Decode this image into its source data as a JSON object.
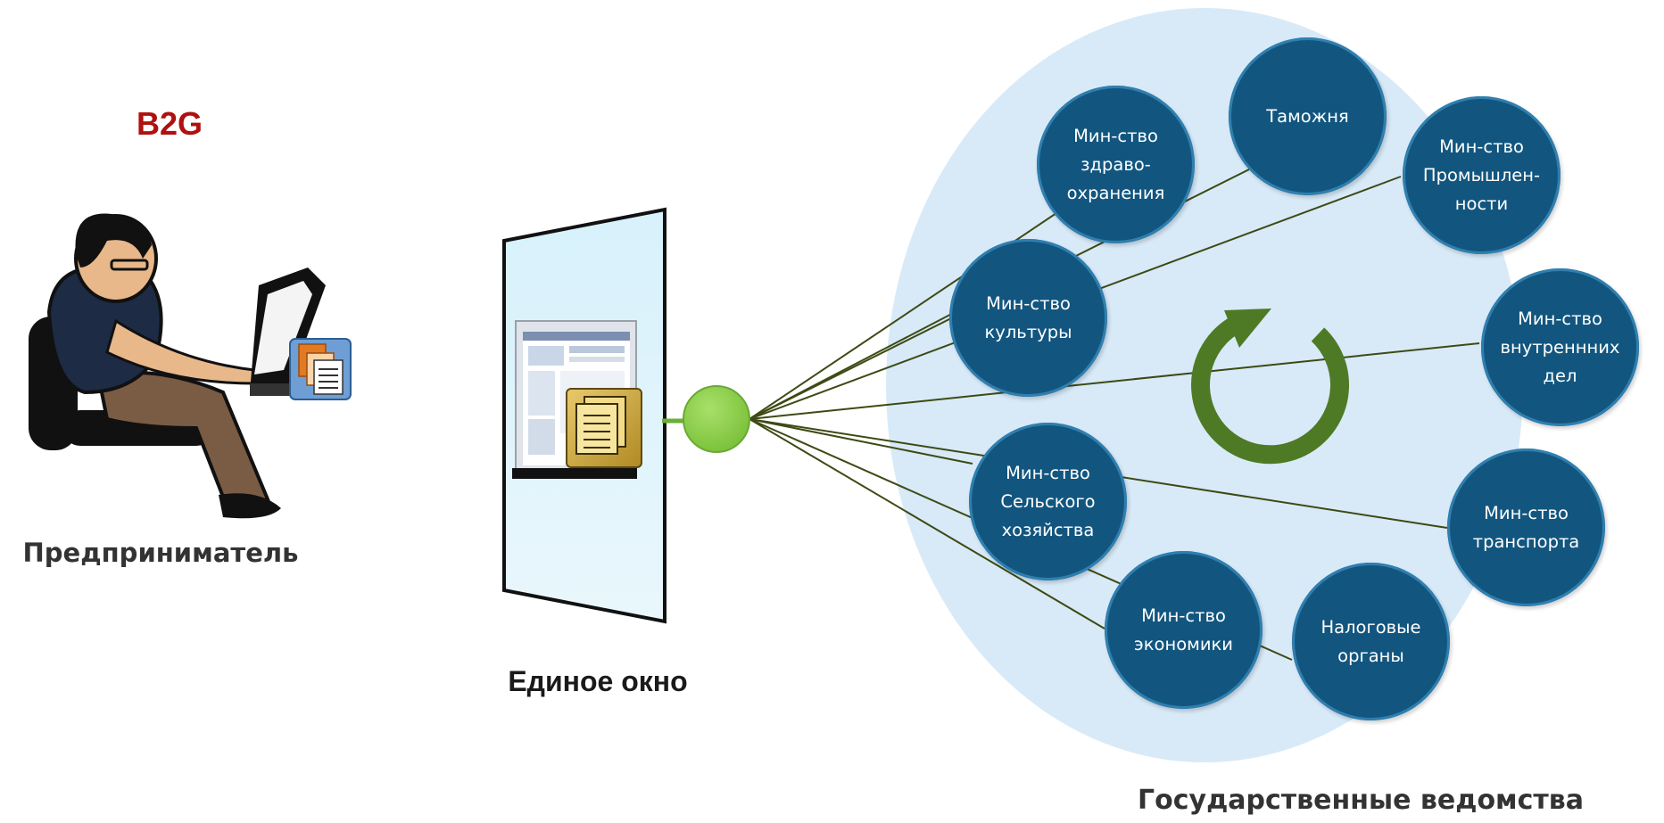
{
  "b2g_label": "B2G",
  "entrepreneur_label": "Предприниматель",
  "single_window_label": "Единое окно",
  "agencies_label": "Государственные ведомства",
  "ministries": [
    {
      "id": "customs",
      "label": "Таможня"
    },
    {
      "id": "health",
      "label": "Мин-ство\nздраво-\nохранения"
    },
    {
      "id": "industry",
      "label": "Мин-ство\nПромышлен-\nности"
    },
    {
      "id": "culture",
      "label": "Мин-ство\nкультуры"
    },
    {
      "id": "interior",
      "label": "Мин-ство\nвнутреннних\nдел"
    },
    {
      "id": "agriculture",
      "label": "Мин-ство\nСельского\nхозяйства"
    },
    {
      "id": "transport",
      "label": "Мин-ство\nтранспорта"
    },
    {
      "id": "economy",
      "label": "Мин-ство\nэкономики"
    },
    {
      "id": "tax",
      "label": "Налоговые\nорганы"
    }
  ],
  "colors": {
    "title_red": "#b01010",
    "ministry_fill": "#12567f",
    "agency_area": "#d8eaf8",
    "hub_green": "#8fd14f",
    "cycle_green": "#4e7a25",
    "line_color": "#3d4a14"
  },
  "icons": [
    "person-at-laptop-icon",
    "document-stack-icon",
    "browser-screenshot-icon",
    "cycle-arrow-icon"
  ]
}
